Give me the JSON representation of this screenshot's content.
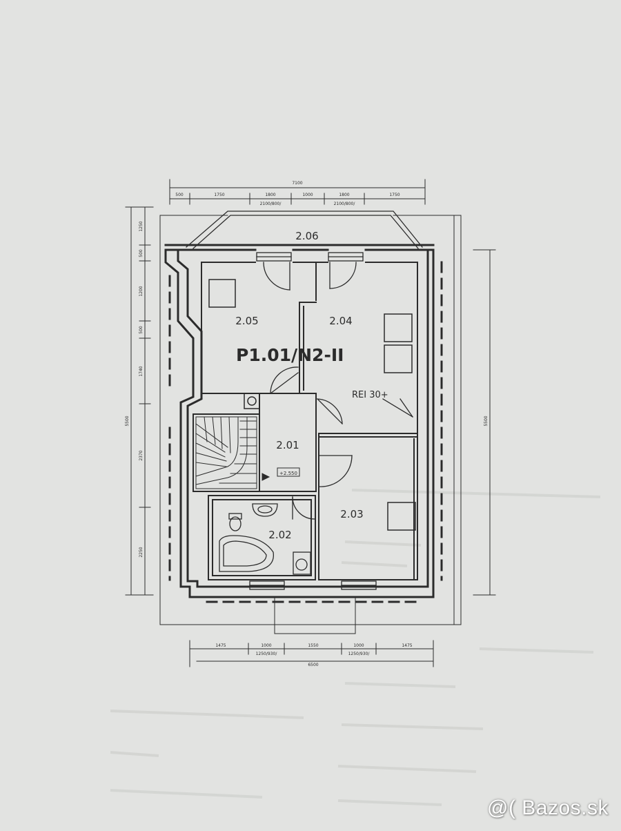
{
  "plan": {
    "fire_section_label": "P1.01/N2-II",
    "fire_rating_label": "REI 30+",
    "level_mark": "+2.550",
    "rooms": [
      {
        "id": "2.06"
      },
      {
        "id": "2.05"
      },
      {
        "id": "2.04"
      },
      {
        "id": "2.01"
      },
      {
        "id": "2.02"
      },
      {
        "id": "2.03"
      }
    ]
  },
  "dimensions": {
    "top_overall": "7100",
    "top_segments": [
      "500",
      "1750",
      "1800",
      "1000",
      "1800",
      "1750"
    ],
    "top_window_labels": [
      "2100/800/",
      "2100/800/"
    ],
    "bottom_segments": [
      "1475",
      "1000",
      "1550",
      "1000",
      "1475"
    ],
    "bottom_window_labels": [
      "1250/930/",
      "1250/930/"
    ],
    "bottom_overall": "6500",
    "left_overall": "5500",
    "left_segments": [
      "1250",
      "500",
      "1200",
      "500",
      "1740",
      "2370",
      "2250"
    ],
    "right_overall": "5500"
  },
  "watermark": {
    "text": "@( Bazos.sk"
  },
  "colors": {
    "paper": "#e2e3e1",
    "ink": "#2b2b2b",
    "faint_text": "#c9cac7"
  }
}
